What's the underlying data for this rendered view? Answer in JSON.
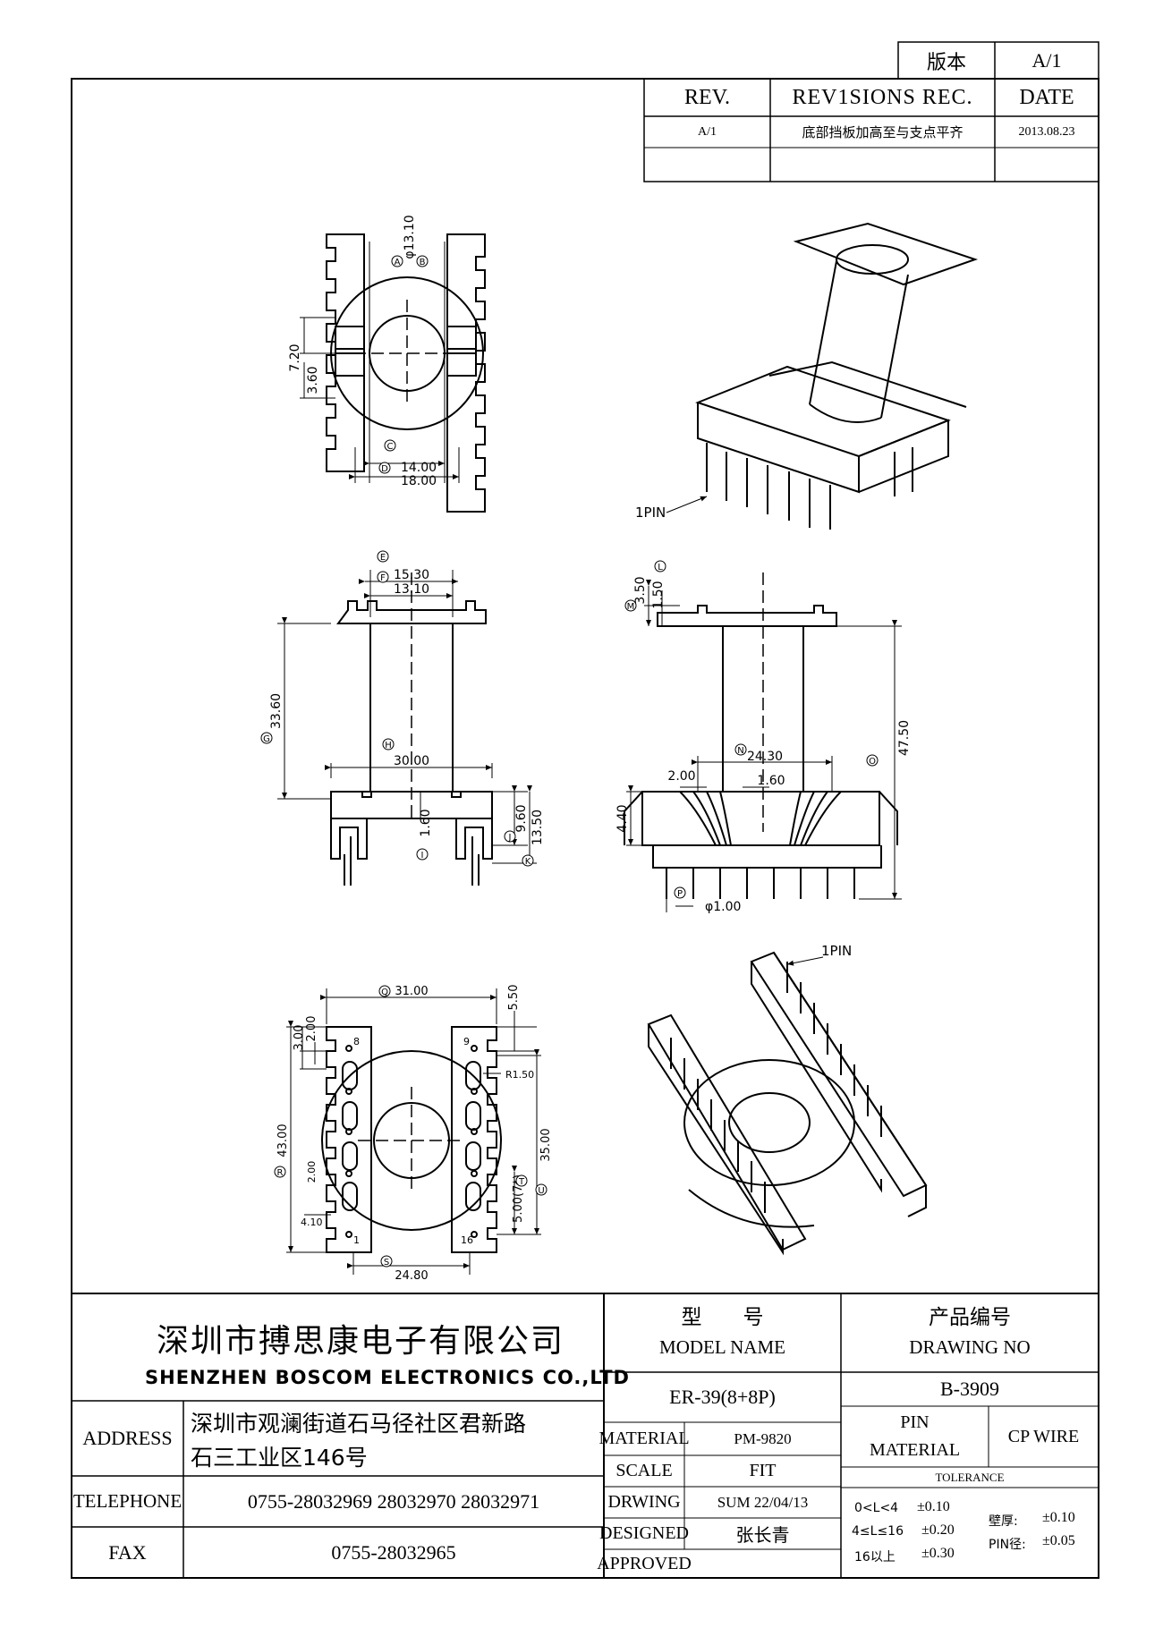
{
  "version_box": {
    "label": "版本",
    "value": "A/1"
  },
  "revisions": {
    "headers": {
      "rev": "REV.",
      "rec": "REV1SIONS REC.",
      "date": "DATE"
    },
    "rows": [
      {
        "rev": "A/1",
        "rec": "底部挡板加高至与支点平齐",
        "date": "2013.08.23"
      }
    ]
  },
  "drawing": {
    "top_view": {
      "dia": "φ13.10",
      "d1": "7.20",
      "d2": "3.60",
      "w1": "14.00",
      "w2": "18.00",
      "A": "A",
      "B": "B",
      "C": "C",
      "D": "D"
    },
    "front_view": {
      "top_outer": "15.30",
      "top_inner": "13.10",
      "height": "33.60",
      "base": "30.00",
      "d1": "1.60",
      "d2": "9.60",
      "d3": "13.50",
      "E": "E",
      "F": "F",
      "G": "G",
      "H": "H",
      "I": "I",
      "J": "J",
      "K": "K"
    },
    "side_view": {
      "a": "3.50",
      "b": "1.50",
      "height": "47.50",
      "base": "24.30",
      "pitch": "2.00",
      "gap": "1.60",
      "h1": "4.40",
      "pin": "φ1.00",
      "L": "L",
      "M": "M",
      "N": "N",
      "O": "O",
      "P": "P"
    },
    "bottom_view": {
      "width": "31.00",
      "r": "R1.50",
      "a": "5.50",
      "b": "3.00",
      "c": "2.00",
      "height": "43.00",
      "inner_h": "35.00",
      "pitch": "2.00",
      "slot": "5.00(7*)",
      "s": "4.10",
      "bottom_w": "24.80",
      "pin8": "8",
      "pin9": "9",
      "pin1": "1",
      "pin16": "16",
      "Q": "Q",
      "R": "R",
      "S": "S",
      "T": "T",
      "U": "U"
    },
    "iso_top_label": "1PIN",
    "iso_bottom_label": "1PIN"
  },
  "company": {
    "name_cn": "深圳市搏思康电子有限公司",
    "name_en": "SHENZHEN BOSCOM ELECTRONICS CO.,LTD",
    "address_label": "ADDRESS",
    "address_line1": "深圳市观澜街道石马径社区君新路",
    "address_line2": "石三工业区146号",
    "telephone_label": "TELEPHONE",
    "telephone": "0755-28032969 28032970 28032971",
    "fax_label": "FAX",
    "fax": "0755-28032965"
  },
  "title_block": {
    "model_cn": "型　　号",
    "model_en": "MODEL NAME",
    "model_value": "ER-39(8+8P)",
    "drawing_cn": "产品编号",
    "drawing_en": "DRAWING NO",
    "drawing_value": "B-3909",
    "material_label": "MATERIAL",
    "material_value": "PM-9820",
    "scale_label": "SCALE",
    "scale_value": "FIT",
    "drwing_label": "DRWING",
    "drwing_value": "SUM 22/04/13",
    "designed_label": "DESIGNED",
    "designed_value": "张长青",
    "approved_label": "APPROVED",
    "pin_material_label1": "PIN",
    "pin_material_label2": "MATERIAL",
    "pin_material_value": "CP WIRE",
    "tolerance_label": "TOLERANCE",
    "tol1_range": "0<L<4",
    "tol1_value": "±0.10",
    "tol2_range": "4≤L≤16",
    "tol2_value": "±0.20",
    "tol3_range": "16以上",
    "tol3_value": "±0.30",
    "wall_label": "壁厚:",
    "wall_value": "±0.10",
    "pindia_label": "PIN径:",
    "pindia_value": "±0.05"
  }
}
